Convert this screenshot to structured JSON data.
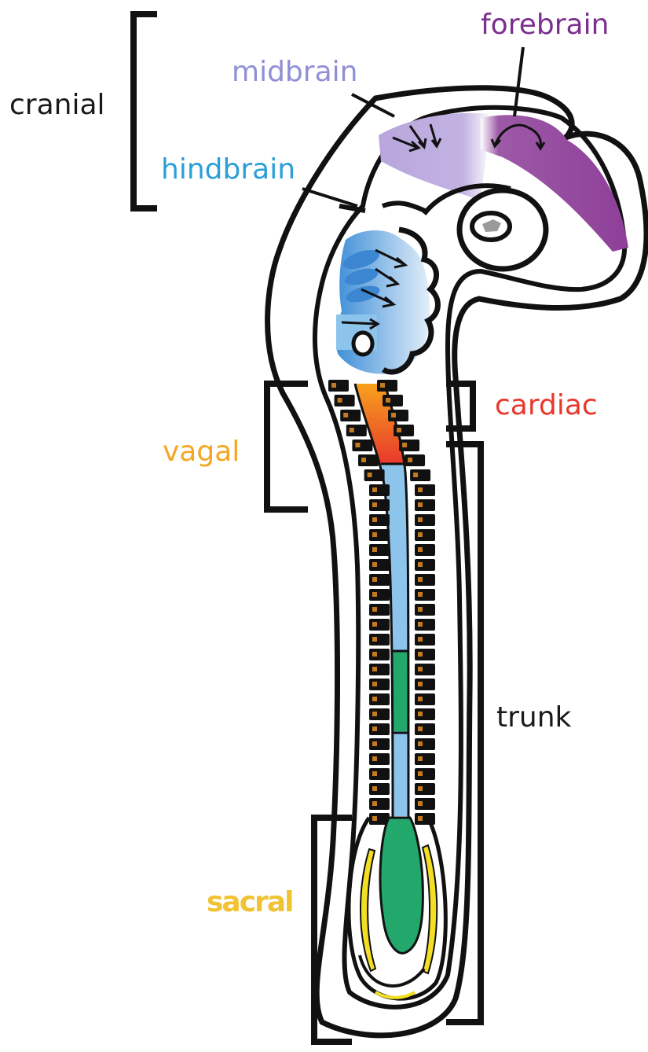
{
  "labels": {
    "forebrain": "forebrain",
    "midbrain": "midbrain",
    "cranial": "cranial",
    "hindbrain": "hindbrain",
    "cardiac": "cardiac",
    "vagal": "vagal",
    "trunk": "trunk",
    "sacral": "sacral"
  },
  "colors": {
    "outline": "#111111",
    "forebrain": "#7b2f8e",
    "midbrain": "#8f8fd6",
    "hindbrain": "#2a9fd8",
    "cardiac": "#e8382c",
    "vagal": "#f5a623",
    "trunk": "#2bb673",
    "sacral": "#f1c232",
    "neural_tube_blue": "#8cc4ec",
    "somite": "#c47a1e"
  }
}
